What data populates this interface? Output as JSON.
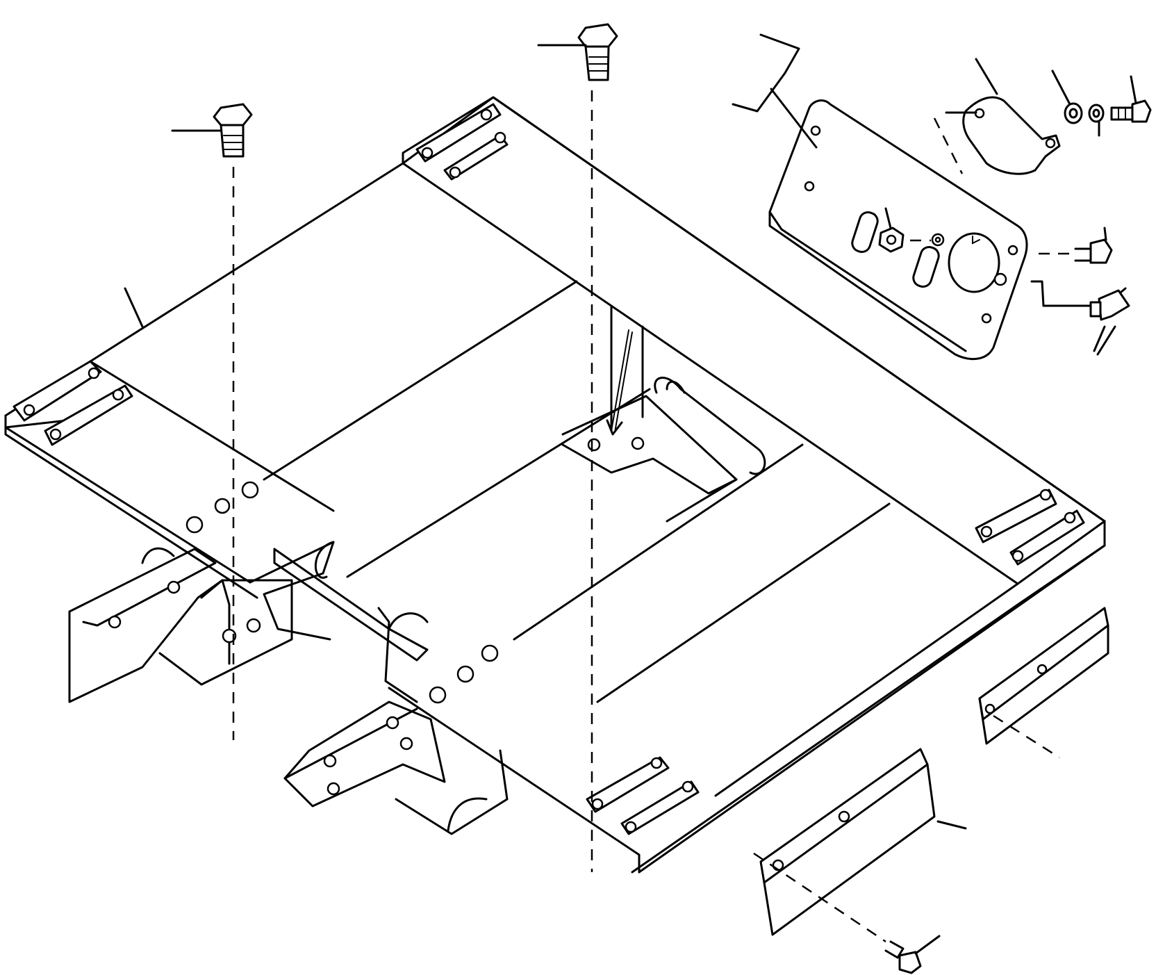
{
  "figure": {
    "kind": "exploded parts diagram",
    "colors": {
      "ink": "#000000",
      "background": "#ffffff"
    },
    "parts": [
      {
        "id": "frame",
        "icon": "frame-icon"
      },
      {
        "id": "bolt-left",
        "icon": "bolt-icon"
      },
      {
        "id": "bolt-center",
        "icon": "bolt-icon"
      },
      {
        "id": "bracket-plate",
        "icon": "bracket-icon"
      },
      {
        "id": "clamp",
        "icon": "clamp-icon"
      },
      {
        "id": "washer-1",
        "icon": "washer-icon"
      },
      {
        "id": "washer-2",
        "icon": "washer-icon"
      },
      {
        "id": "bolt-clamp",
        "icon": "bolt-icon"
      },
      {
        "id": "nut-plate",
        "icon": "nut-icon"
      },
      {
        "id": "washer-plate",
        "icon": "washer-icon"
      },
      {
        "id": "bolt-plate",
        "icon": "bolt-icon"
      },
      {
        "id": "wing-bolt",
        "icon": "wing-bolt-icon"
      },
      {
        "id": "cover-front",
        "icon": "cover-plate-icon"
      },
      {
        "id": "cover-rear",
        "icon": "cover-plate-icon"
      },
      {
        "id": "bolt-cover",
        "icon": "bolt-icon"
      }
    ]
  }
}
